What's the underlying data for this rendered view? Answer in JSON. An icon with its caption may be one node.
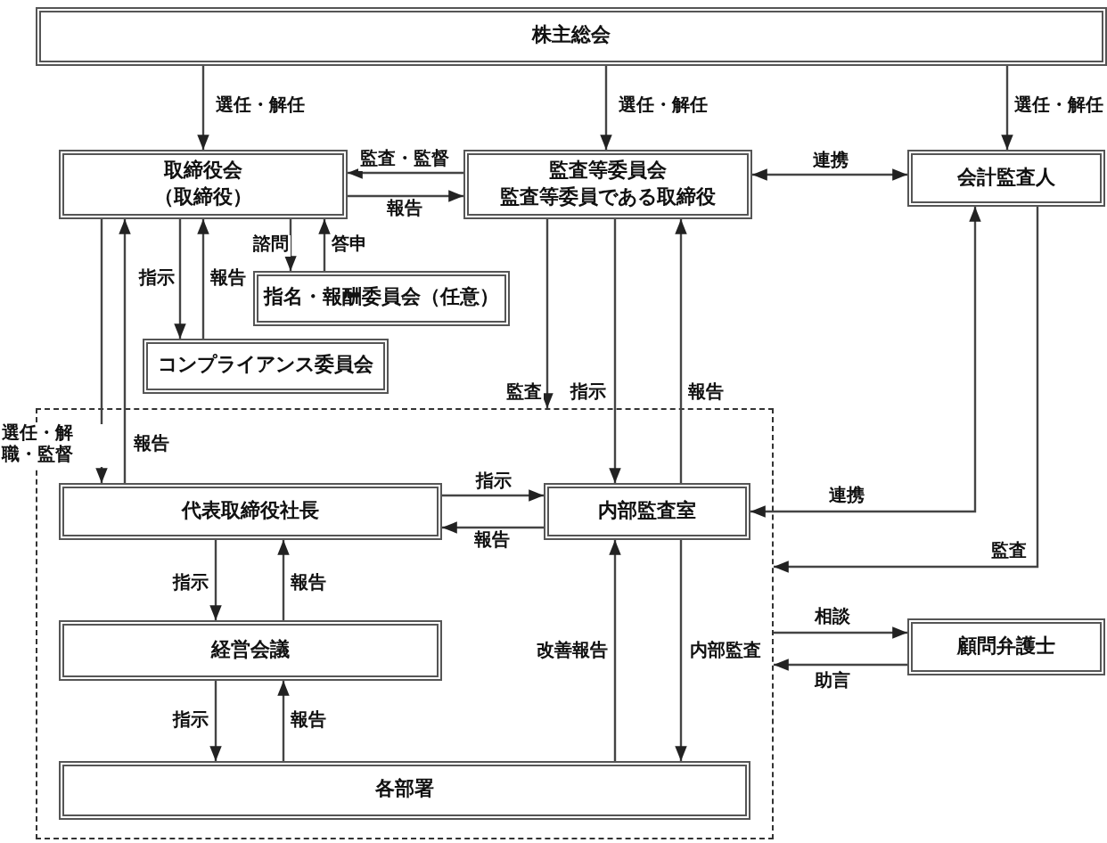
{
  "diagram": {
    "nodes": [
      {
        "text": [
          "株主総会"
        ]
      },
      {
        "text": [
          "取締役会",
          "（取締役）"
        ]
      },
      {
        "text": [
          "監査等委員会",
          "監査等委員である取締役"
        ]
      },
      {
        "text": [
          "会計監査人"
        ]
      },
      {
        "text": [
          "指名・報酬委員会（任意）"
        ]
      },
      {
        "text": [
          "コンプライアンス委員会"
        ]
      },
      {
        "text": [],
        "shape": "box"
      },
      {
        "text": [
          "代表取締役社長"
        ],
        "in": 6
      },
      {
        "text": [
          "内部監査室"
        ],
        "in": 6
      },
      {
        "text": [
          "経営会議"
        ],
        "in": 6
      },
      {
        "text": [
          "各部署"
        ],
        "in": 6
      },
      {
        "text": [
          "顧問弁護士"
        ]
      }
    ],
    "edges": [
      {
        "from": 0,
        "to": 1,
        "arrow": "to",
        "label": "選任・解任"
      },
      {
        "from": 0,
        "to": 2,
        "arrow": "to",
        "label": "選任・解任"
      },
      {
        "from": 0,
        "to": 3,
        "arrow": "to",
        "label": "選任・解任"
      },
      {
        "from": 2,
        "to": 1,
        "arrow": "to",
        "label": "監査・監督"
      },
      {
        "from": 1,
        "to": 2,
        "arrow": "to",
        "label": "報告"
      },
      {
        "from": 2,
        "to": 3,
        "arrow": "both",
        "label": "連携"
      },
      {
        "from": 1,
        "to": 4,
        "arrow": "to",
        "label": "諮問"
      },
      {
        "from": 4,
        "to": 1,
        "arrow": "to",
        "label": "答申"
      },
      {
        "from": 1,
        "to": 5,
        "arrow": "to",
        "label": "指示"
      },
      {
        "from": 5,
        "to": 1,
        "arrow": "to",
        "label": "報告"
      },
      {
        "from": 1,
        "to": 7,
        "arrow": "to",
        "label": "選任・解職・監督"
      },
      {
        "from": 7,
        "to": 1,
        "arrow": "to",
        "label": "報告"
      },
      {
        "from": 2,
        "to": 6,
        "arrow": "to",
        "label": "監査"
      },
      {
        "from": 2,
        "to": 8,
        "arrow": "to",
        "label": "指示"
      },
      {
        "from": 8,
        "to": 2,
        "arrow": "to",
        "label": "報告"
      },
      {
        "from": 7,
        "to": 8,
        "arrow": "to",
        "label": "指示"
      },
      {
        "from": 8,
        "to": 7,
        "arrow": "to",
        "label": "報告"
      },
      {
        "from": 7,
        "to": 9,
        "arrow": "to",
        "label": "指示"
      },
      {
        "from": 9,
        "to": 7,
        "arrow": "to",
        "label": "報告"
      },
      {
        "from": 9,
        "to": 10,
        "arrow": "to",
        "label": "指示"
      },
      {
        "from": 10,
        "to": 9,
        "arrow": "to",
        "label": "報告"
      },
      {
        "from": 10,
        "to": 8,
        "arrow": "to",
        "label": "改善報告"
      },
      {
        "from": 8,
        "to": 10,
        "arrow": "to",
        "label": "内部監査"
      },
      {
        "from": 8,
        "to": 3,
        "arrow": "both",
        "label": "連携"
      },
      {
        "from": 3,
        "to": 6,
        "arrow": "to",
        "label": "監査"
      },
      {
        "from": 6,
        "to": 11,
        "arrow": "to",
        "label": "相談"
      },
      {
        "from": 11,
        "to": 6,
        "arrow": "to",
        "label": "助言"
      }
    ]
  }
}
